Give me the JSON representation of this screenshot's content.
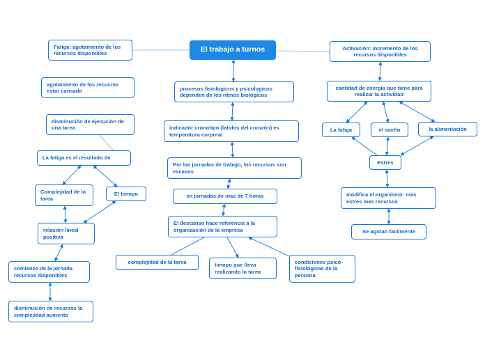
{
  "colors": {
    "accent": "#1e88e5",
    "border": "#1976d2",
    "text": "#1565c0",
    "line": "#9ec7ea"
  },
  "map": {
    "title": "El trabajo a turnos",
    "left": {
      "fatiga": "Fatiga: agotamiento de los recursos disponibles",
      "agotamiento": "agotamiento de los recucros estar cansado",
      "disminucion_ejecucion": "disminución de ejecución de una tarea",
      "fatiga_resultado": "La fatiga es el resultado de",
      "complejidad_tarea": "Complejidad de la tarea",
      "tiempo": "El tiempo",
      "relacion_lineal": "relación lineal positiva",
      "comienzo_jornada": "comienzo de la jornada recursos disponibles",
      "disminucion_recursos": "disminución de recursos la complejidad aumenta"
    },
    "center": {
      "procesos": "procesos fisiologicos y psicologicos dependen de los ritmos biológicos",
      "indicador": "indicador cronotipo (latidos del corazón) es temperatura corporal",
      "jornadas": "Por las jornadas de trabajo, los recursos son escasos",
      "mas_7_horas": "en jornadas de mas de 7 horas",
      "descanso": "El descanso hace referencia a la organización de la empresa",
      "complejidad": "complejidad de la tarea",
      "tiempo_lleva": "tiempo que lleva realizando la tarea",
      "condiciones": "condiciones psico-fisiológicas de la persona"
    },
    "right": {
      "activacion": "Activación: incremento de los recursos disponibles",
      "energia": "cantidad de energía que tiene para realizar la actividad",
      "la_fatiga": "La fatiga",
      "sueno": "el sueño",
      "alimentacion": "la alimentación",
      "estres": "Estres",
      "modifica": "modifica el organismo: mas estres mas recursos",
      "agotan": "Se agotan facilmente"
    }
  }
}
